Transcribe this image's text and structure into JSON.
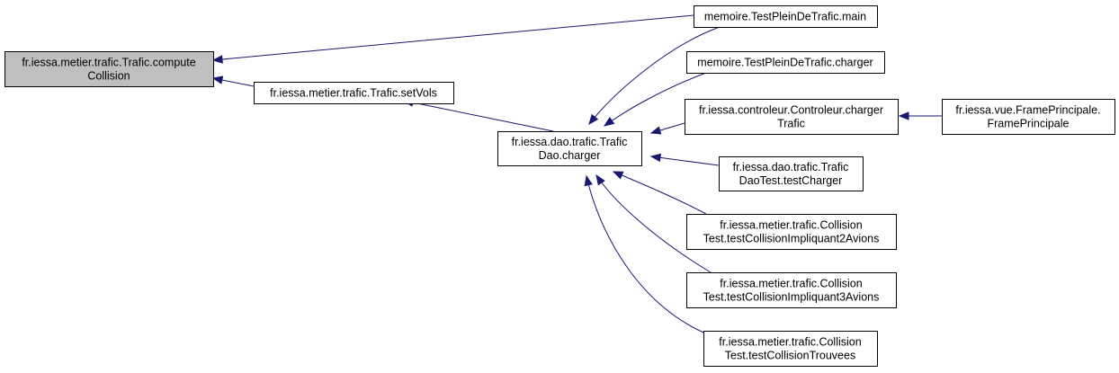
{
  "diagram": {
    "colors": {
      "edge": "#191970",
      "node_border": "#000000",
      "node_fill": "#ffffff",
      "highlighted_node_fill": "#bfbfbf",
      "text": "#000000"
    },
    "nodes": [
      {
        "id": "compute_collision",
        "lines": [
          "fr.iessa.metier.trafic.Trafic.compute",
          "Collision"
        ],
        "highlighted": true
      },
      {
        "id": "set_vols",
        "lines": [
          "fr.iessa.metier.trafic.Trafic.setVols"
        ],
        "highlighted": false
      },
      {
        "id": "trafic_dao_charger",
        "lines": [
          "fr.iessa.dao.trafic.Trafic",
          "Dao.charger"
        ],
        "highlighted": false
      },
      {
        "id": "test_plein_main",
        "lines": [
          "memoire.TestPleinDeTrafic.main"
        ],
        "highlighted": false
      },
      {
        "id": "test_plein_charger",
        "lines": [
          "memoire.TestPleinDeTrafic.charger"
        ],
        "highlighted": false
      },
      {
        "id": "controleur_charger_trafic",
        "lines": [
          "fr.iessa.controleur.Controleur.charger",
          "Trafic"
        ],
        "highlighted": false
      },
      {
        "id": "frame_principale",
        "lines": [
          "fr.iessa.vue.FramePrincipale.",
          "FramePrincipale"
        ],
        "highlighted": false
      },
      {
        "id": "dao_test_charger",
        "lines": [
          "fr.iessa.dao.trafic.Trafic",
          "DaoTest.testCharger"
        ],
        "highlighted": false
      },
      {
        "id": "collision_test_2avions",
        "lines": [
          "fr.iessa.metier.trafic.Collision",
          "Test.testCollisionImpliquant2Avions"
        ],
        "highlighted": false
      },
      {
        "id": "collision_test_3avions",
        "lines": [
          "fr.iessa.metier.trafic.Collision",
          "Test.testCollisionImpliquant3Avions"
        ],
        "highlighted": false
      },
      {
        "id": "collision_test_trouvees",
        "lines": [
          "fr.iessa.metier.trafic.Collision",
          "Test.testCollisionTrouvees"
        ],
        "highlighted": false
      }
    ],
    "edges": [
      {
        "from": "test_plein_main",
        "to": "compute_collision"
      },
      {
        "from": "set_vols",
        "to": "compute_collision"
      },
      {
        "from": "trafic_dao_charger",
        "to": "set_vols"
      },
      {
        "from": "test_plein_main",
        "to": "trafic_dao_charger"
      },
      {
        "from": "test_plein_charger",
        "to": "trafic_dao_charger"
      },
      {
        "from": "controleur_charger_trafic",
        "to": "trafic_dao_charger"
      },
      {
        "from": "frame_principale",
        "to": "controleur_charger_trafic"
      },
      {
        "from": "dao_test_charger",
        "to": "trafic_dao_charger"
      },
      {
        "from": "collision_test_2avions",
        "to": "trafic_dao_charger"
      },
      {
        "from": "collision_test_3avions",
        "to": "trafic_dao_charger"
      },
      {
        "from": "collision_test_trouvees",
        "to": "trafic_dao_charger"
      }
    ]
  }
}
